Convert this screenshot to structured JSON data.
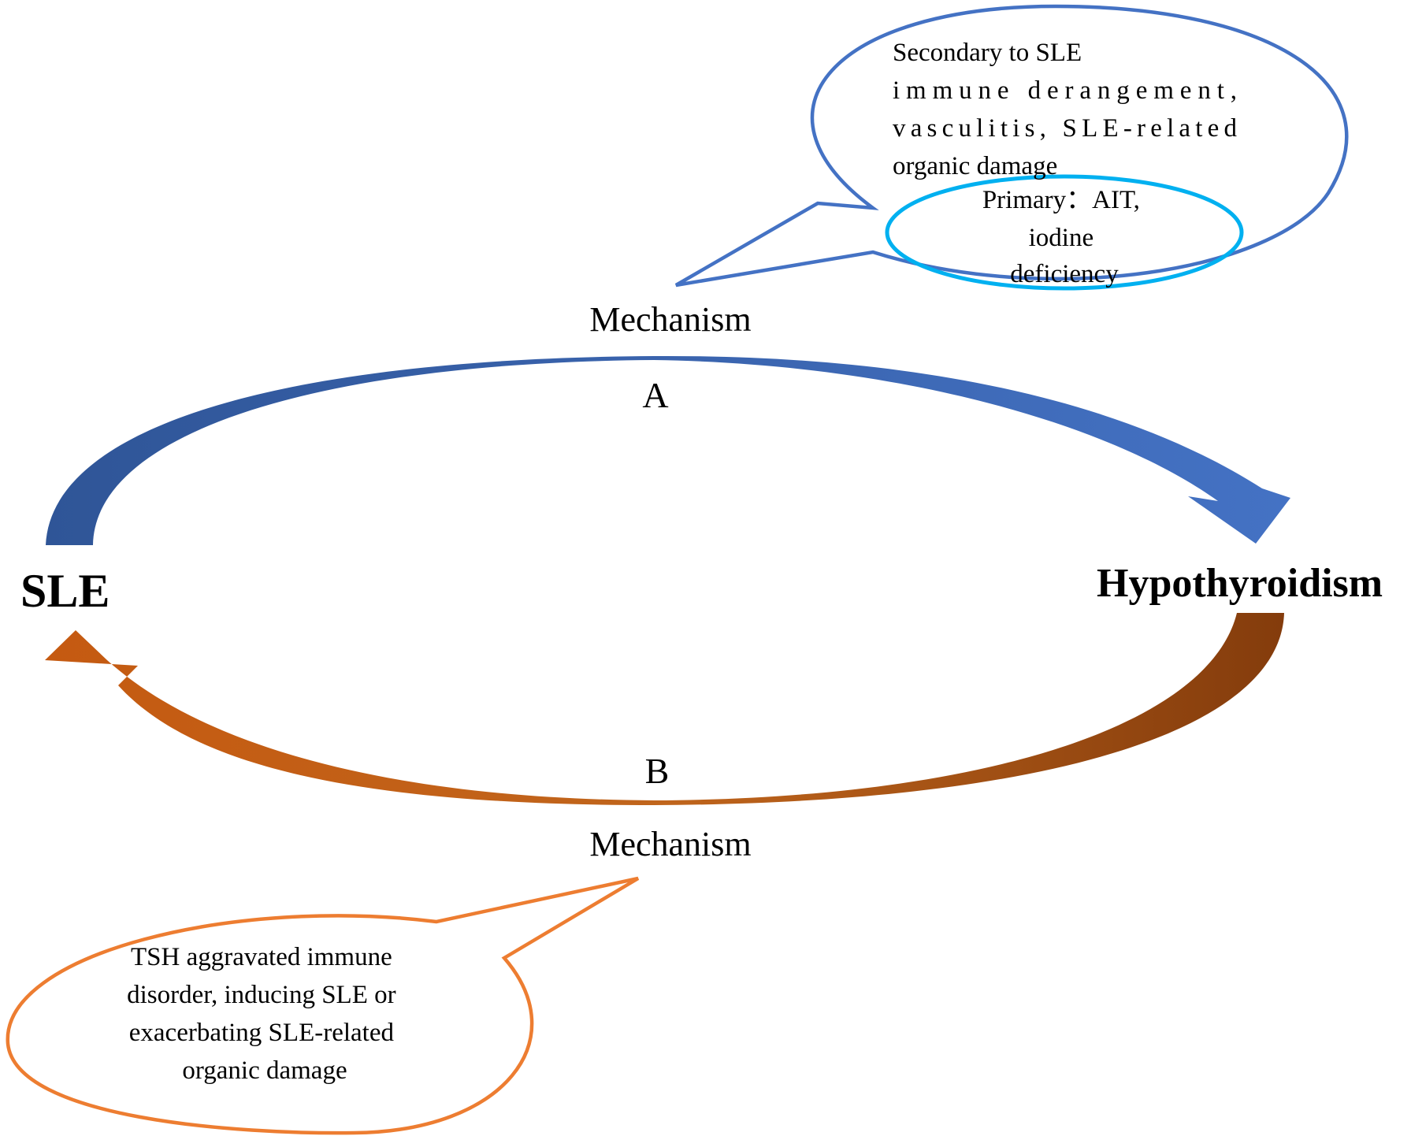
{
  "nodes": {
    "sle": "SLE",
    "hypothyroidism": "Hypothyroidism"
  },
  "arrows": {
    "a": {
      "label": "A",
      "mechanism_label": "Mechanism"
    },
    "b": {
      "label": "B",
      "mechanism_label": "Mechanism"
    }
  },
  "callouts": {
    "top": {
      "lines": [
        "Secondary to SLE",
        "immune derangement,",
        "vasculitis, SLE-related",
        "organic damage"
      ],
      "inner": {
        "lines": [
          "Primary：AIT,",
          "iodine",
          "deficiency"
        ]
      }
    },
    "bottom": {
      "lines": [
        "TSH aggravated immune",
        "disorder, inducing SLE or",
        "exacerbating SLE-related",
        "organic damage"
      ]
    }
  },
  "colors": {
    "arrow_a_dark": "#2f5597",
    "arrow_a_light": "#4472c4",
    "arrow_b_dark": "#843c0c",
    "arrow_b_light": "#c55a11",
    "callout_top": "#4472c4",
    "callout_inner": "#00b0f0",
    "callout_bottom": "#ed7d31"
  }
}
